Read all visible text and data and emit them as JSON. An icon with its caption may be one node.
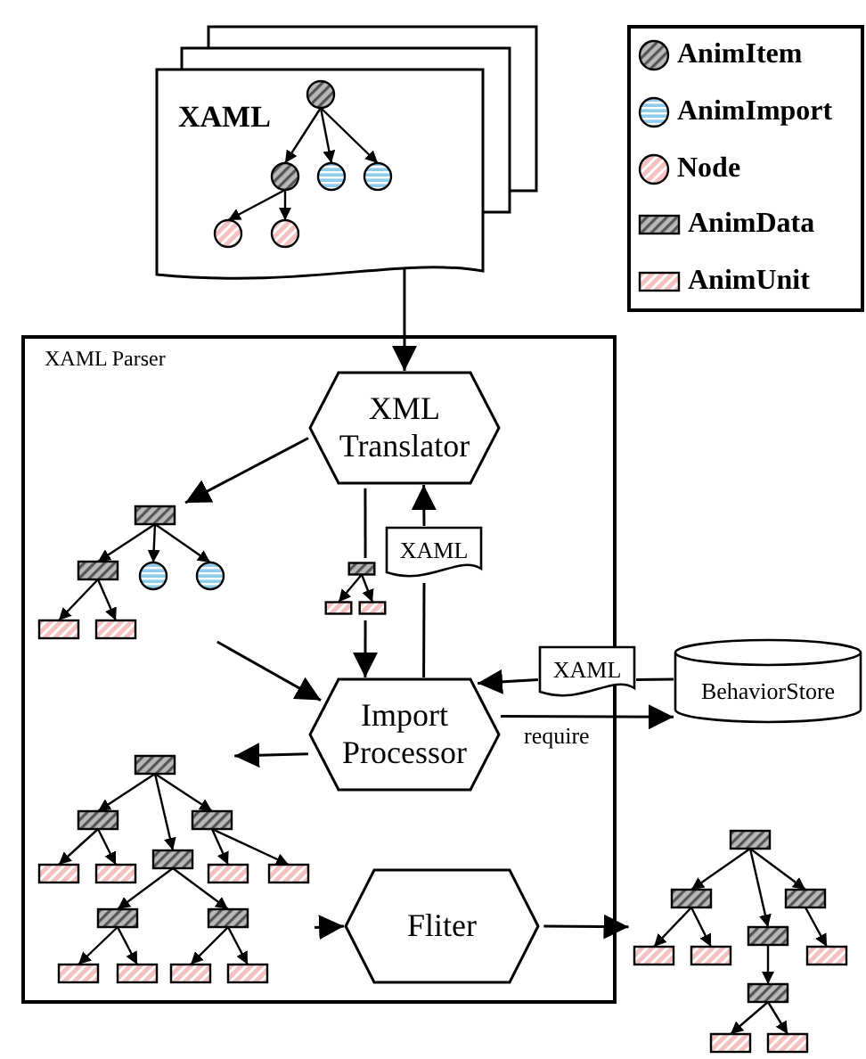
{
  "diagram": {
    "nodes": [
      {
        "text": [
          "XAML"
        ]
      },
      {
        "text": [
          "XAML Parser"
        ]
      },
      {
        "text": [
          "XML Translator"
        ],
        "in": 1
      },
      {
        "text": [],
        "shape": "tree",
        "in": 1
      },
      {
        "text": [],
        "shape": "tree",
        "in": 1
      },
      {
        "text": [
          "XAML"
        ],
        "in": 1
      },
      {
        "text": [
          "Import Processor"
        ],
        "in": 1
      },
      {
        "text": [],
        "shape": "tree",
        "in": 1
      },
      {
        "text": [
          "Fliter"
        ],
        "in": 1
      },
      {
        "text": [
          "XAML"
        ]
      },
      {
        "text": [
          "BehaviorStore"
        ]
      },
      {
        "text": [],
        "shape": "tree"
      }
    ],
    "edges": [
      {
        "from": 0,
        "to": 2,
        "arrow": "to"
      },
      {
        "from": 2,
        "to": 3,
        "arrow": "to"
      },
      {
        "from": 2,
        "to": 4,
        "arrow": "none"
      },
      {
        "from": 4,
        "to": 6,
        "arrow": "to"
      },
      {
        "from": 3,
        "to": 6,
        "arrow": "to"
      },
      {
        "from": 6,
        "to": 5,
        "arrow": "none"
      },
      {
        "from": 5,
        "to": 2,
        "arrow": "to"
      },
      {
        "from": 9,
        "to": 6,
        "arrow": "to"
      },
      {
        "from": 10,
        "to": 9,
        "arrow": "none"
      },
      {
        "from": 6,
        "to": 10,
        "arrow": "to",
        "label": "require"
      },
      {
        "from": 6,
        "to": 7,
        "arrow": "to"
      },
      {
        "from": 7,
        "to": 8,
        "arrow": "to"
      },
      {
        "from": 8,
        "to": 11,
        "arrow": "to"
      }
    ],
    "legend": [
      {
        "text": "AnimItem"
      },
      {
        "text": "AnimImport"
      },
      {
        "text": "Node"
      },
      {
        "text": "AnimData"
      },
      {
        "text": "AnimUnit"
      }
    ]
  }
}
